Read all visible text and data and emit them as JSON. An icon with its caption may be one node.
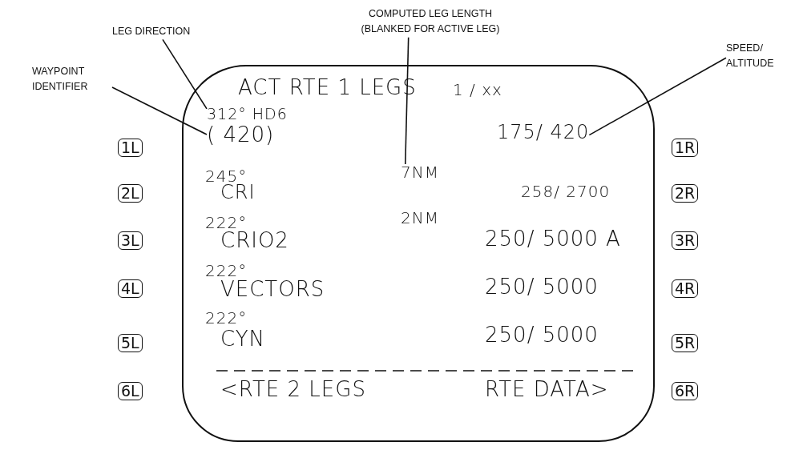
{
  "diagram": {
    "nodes": [
      {
        "text": [],
        "shape": "box"
      },
      {
        "text": [
          "WAYPOINT IDENTIFIER"
        ]
      },
      {
        "text": [
          "LEG DIRECTION"
        ]
      },
      {
        "text": [
          "COMPUTED LEG LENGTH (BLANKED FOR ACTIVE LEG)"
        ]
      },
      {
        "text": [
          "SPEED/ ALTITUDE"
        ]
      },
      {
        "text": [
          "312° HD6"
        ],
        "in": 0
      },
      {
        "text": [
          "( 420)"
        ],
        "in": 0
      },
      {
        "text": [
          "7NM"
        ],
        "in": 0
      },
      {
        "text": [
          "175/ 420"
        ],
        "in": 0
      }
    ],
    "edges": [
      {
        "from": 1,
        "to": 6,
        "arrow": "none"
      },
      {
        "from": 2,
        "to": 5,
        "arrow": "none"
      },
      {
        "from": 3,
        "to": 7,
        "arrow": "none"
      },
      {
        "from": 4,
        "to": 8,
        "arrow": "none"
      }
    ],
    "labels": [
      "ACT RTE 1 LEGS",
      "1 / xx",
      "1L",
      "1R",
      "245°",
      "2NM",
      "2L",
      "CRI",
      "258/ 2700",
      "2R",
      "222°",
      "3L",
      "CRIO2",
      "250/ 5000 A",
      "3R",
      "222°",
      "4L",
      "VECTORS",
      "250/ 5000",
      "4R",
      "222°",
      "5L",
      "CYN",
      "250/ 5000",
      "5R",
      "6L",
      "<RTE 2 LEGS",
      "RTE DATA>",
      "6R"
    ]
  }
}
